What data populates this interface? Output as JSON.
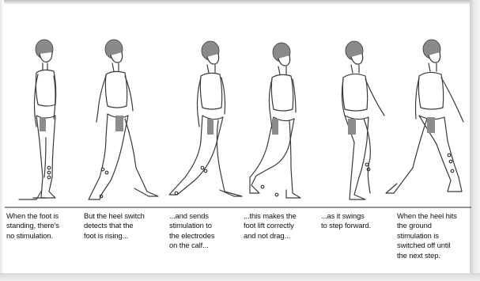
{
  "colors": {
    "device": "#8c8c8c",
    "line": "#3a3a3a",
    "text": "#111111"
  },
  "panels": [
    {
      "caption": "When the foot is\nstanding, there's\nno stimulation."
    },
    {
      "caption": "But the heel switch\ndetects that the\nfoot is rising..."
    },
    {
      "caption": "...and sends\nstimulation to\nthe electrodes\non the calf..."
    },
    {
      "caption": "...this makes the\nfoot lift correctly\nand not drag..."
    },
    {
      "caption": "...as it swings\nto step forward."
    },
    {
      "caption": "When the heel hits\nthe ground\nstimulation is\nswitched off until\nthe next step."
    }
  ]
}
